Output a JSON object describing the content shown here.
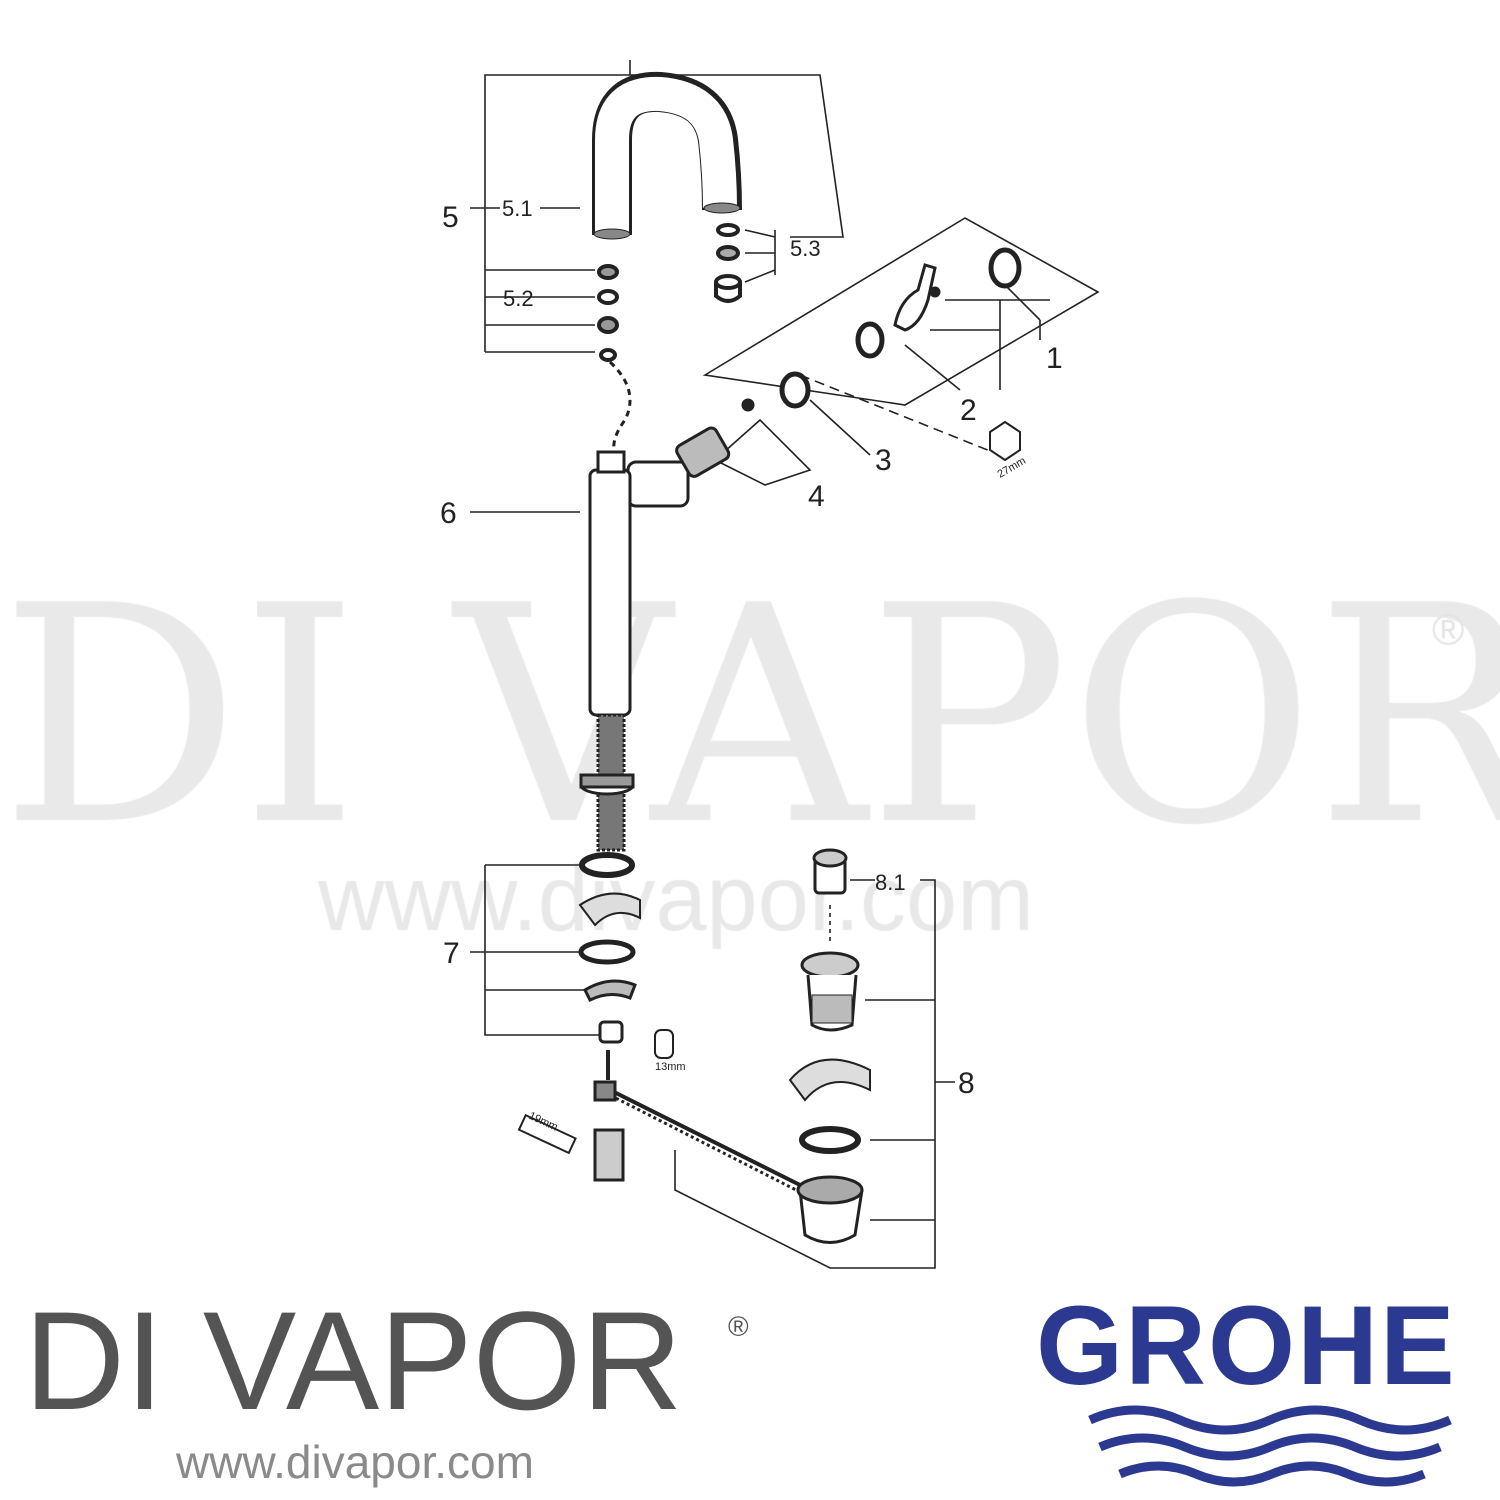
{
  "diagram": {
    "part_labels": {
      "p1": "1",
      "p2": "2",
      "p3": "3",
      "p4": "4",
      "p5": "5",
      "p5_1": "5.1",
      "p5_2": "5.2",
      "p5_3": "5.3",
      "p6": "6",
      "p7": "7",
      "p8": "8",
      "p8_1": "8.1"
    },
    "tool_sizes": {
      "hex": "27mm",
      "nut": "13mm",
      "spanner": "19mm"
    },
    "line_color": "#222222"
  },
  "watermark": {
    "text": "DI VAPOR",
    "registered": "®",
    "url": "www.divapor.com"
  },
  "footer": {
    "brand": "DI VAPOR",
    "registered": "®",
    "url": "www.divapor.com",
    "manufacturer_logo": "GROHE",
    "manufacturer_color": "#2b3990"
  }
}
